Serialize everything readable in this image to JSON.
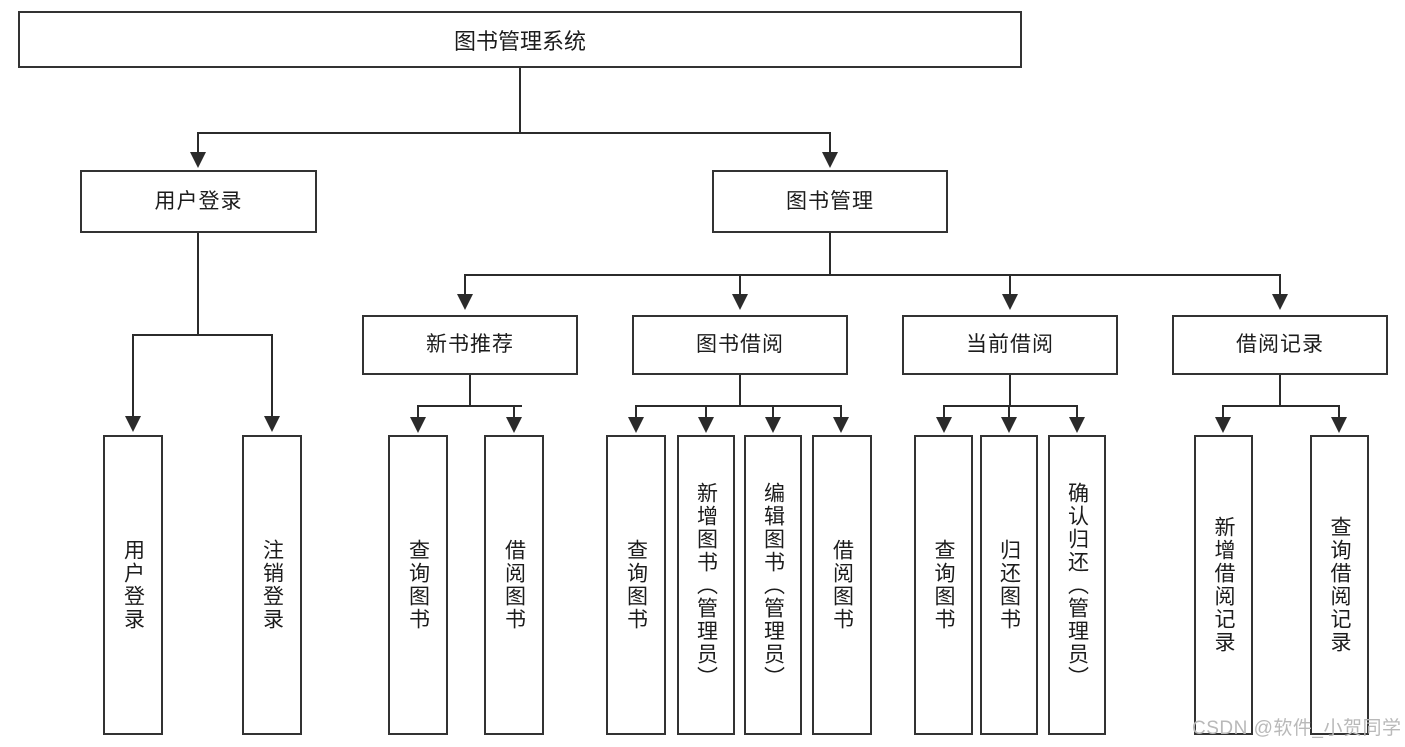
{
  "diagram": {
    "title": "图书管理系统",
    "type": "tree-hierarchy",
    "root": {
      "label": "图书管理系统"
    },
    "level2": [
      {
        "label": "用户登录"
      },
      {
        "label": "图书管理"
      }
    ],
    "level3": [
      {
        "label": "新书推荐"
      },
      {
        "label": "图书借阅"
      },
      {
        "label": "当前借阅"
      },
      {
        "label": "借阅记录"
      }
    ],
    "leaves": {
      "user_login": [
        {
          "label": "用户登录"
        },
        {
          "label": "注销登录"
        }
      ],
      "new_book_recommend": [
        {
          "label": "查询图书"
        },
        {
          "label": "借阅图书"
        }
      ],
      "book_borrow": [
        {
          "label": "查询图书"
        },
        {
          "label": "新增图书（管理员）"
        },
        {
          "label": "编辑图书（管理员）"
        },
        {
          "label": "借阅图书"
        }
      ],
      "current_borrow": [
        {
          "label": "查询图书"
        },
        {
          "label": "归还图书"
        },
        {
          "label": "确认归还（管理员）"
        }
      ],
      "borrow_record": [
        {
          "label": "新增借阅记录"
        },
        {
          "label": "查询借阅记录"
        }
      ]
    }
  },
  "watermark": {
    "text": "CSDN @软件_小贺同学"
  },
  "colors": {
    "border": "#333333",
    "line": "#2b2b2b",
    "background": "#ffffff",
    "text": "#1c1c1c",
    "watermark": "#b9b9b9"
  }
}
